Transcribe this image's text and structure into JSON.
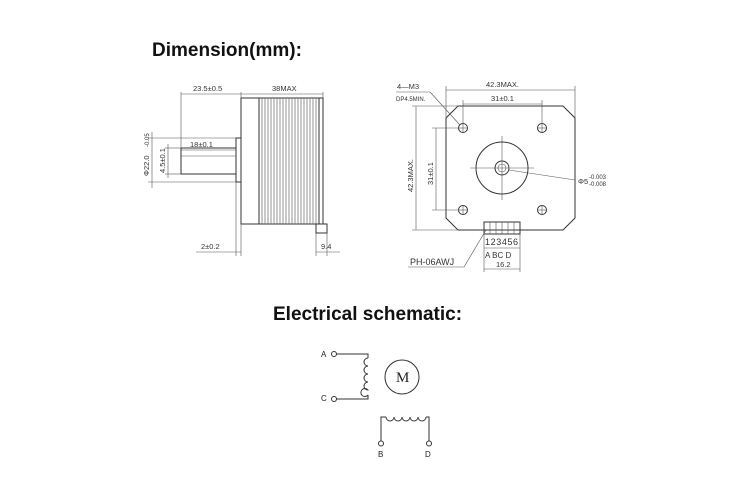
{
  "headings": {
    "dimension": "Dimension(mm):",
    "electrical": "Electrical schematic:"
  },
  "side_view": {
    "dim_shaft_total": "23.5±0.5",
    "dim_body": "38MAX",
    "dim_flat": "18±0.1",
    "dim_boss_dia": "Φ22.0",
    "dim_boss_tol": "-0.05",
    "dim_shaft_dia": "4.5±0.1",
    "dim_boss_len": "2±0.2",
    "dim_connector": "9.4"
  },
  "front_view": {
    "dim_screw": "4—M3",
    "dim_screw_depth": "DP4.5MIN.",
    "dim_width_max": "42.3MAX.",
    "dim_hole_pitch_h": "31±0.1",
    "dim_height_max": "42.3MAX.",
    "dim_hole_pitch_v": "31±0.1",
    "dim_shaft": "Φ5",
    "dim_shaft_tol_hi": "-0.003",
    "dim_shaft_tol_lo": "-0.008",
    "pin_numbers": "123456",
    "pin_letters": "A  BC  D",
    "dim_connector_w": "16.2",
    "connector_model": "PH-06AWJ"
  },
  "schematic": {
    "terminal_a": "A",
    "terminal_b": "B",
    "terminal_c": "C",
    "terminal_d": "D",
    "motor_label": "M"
  }
}
